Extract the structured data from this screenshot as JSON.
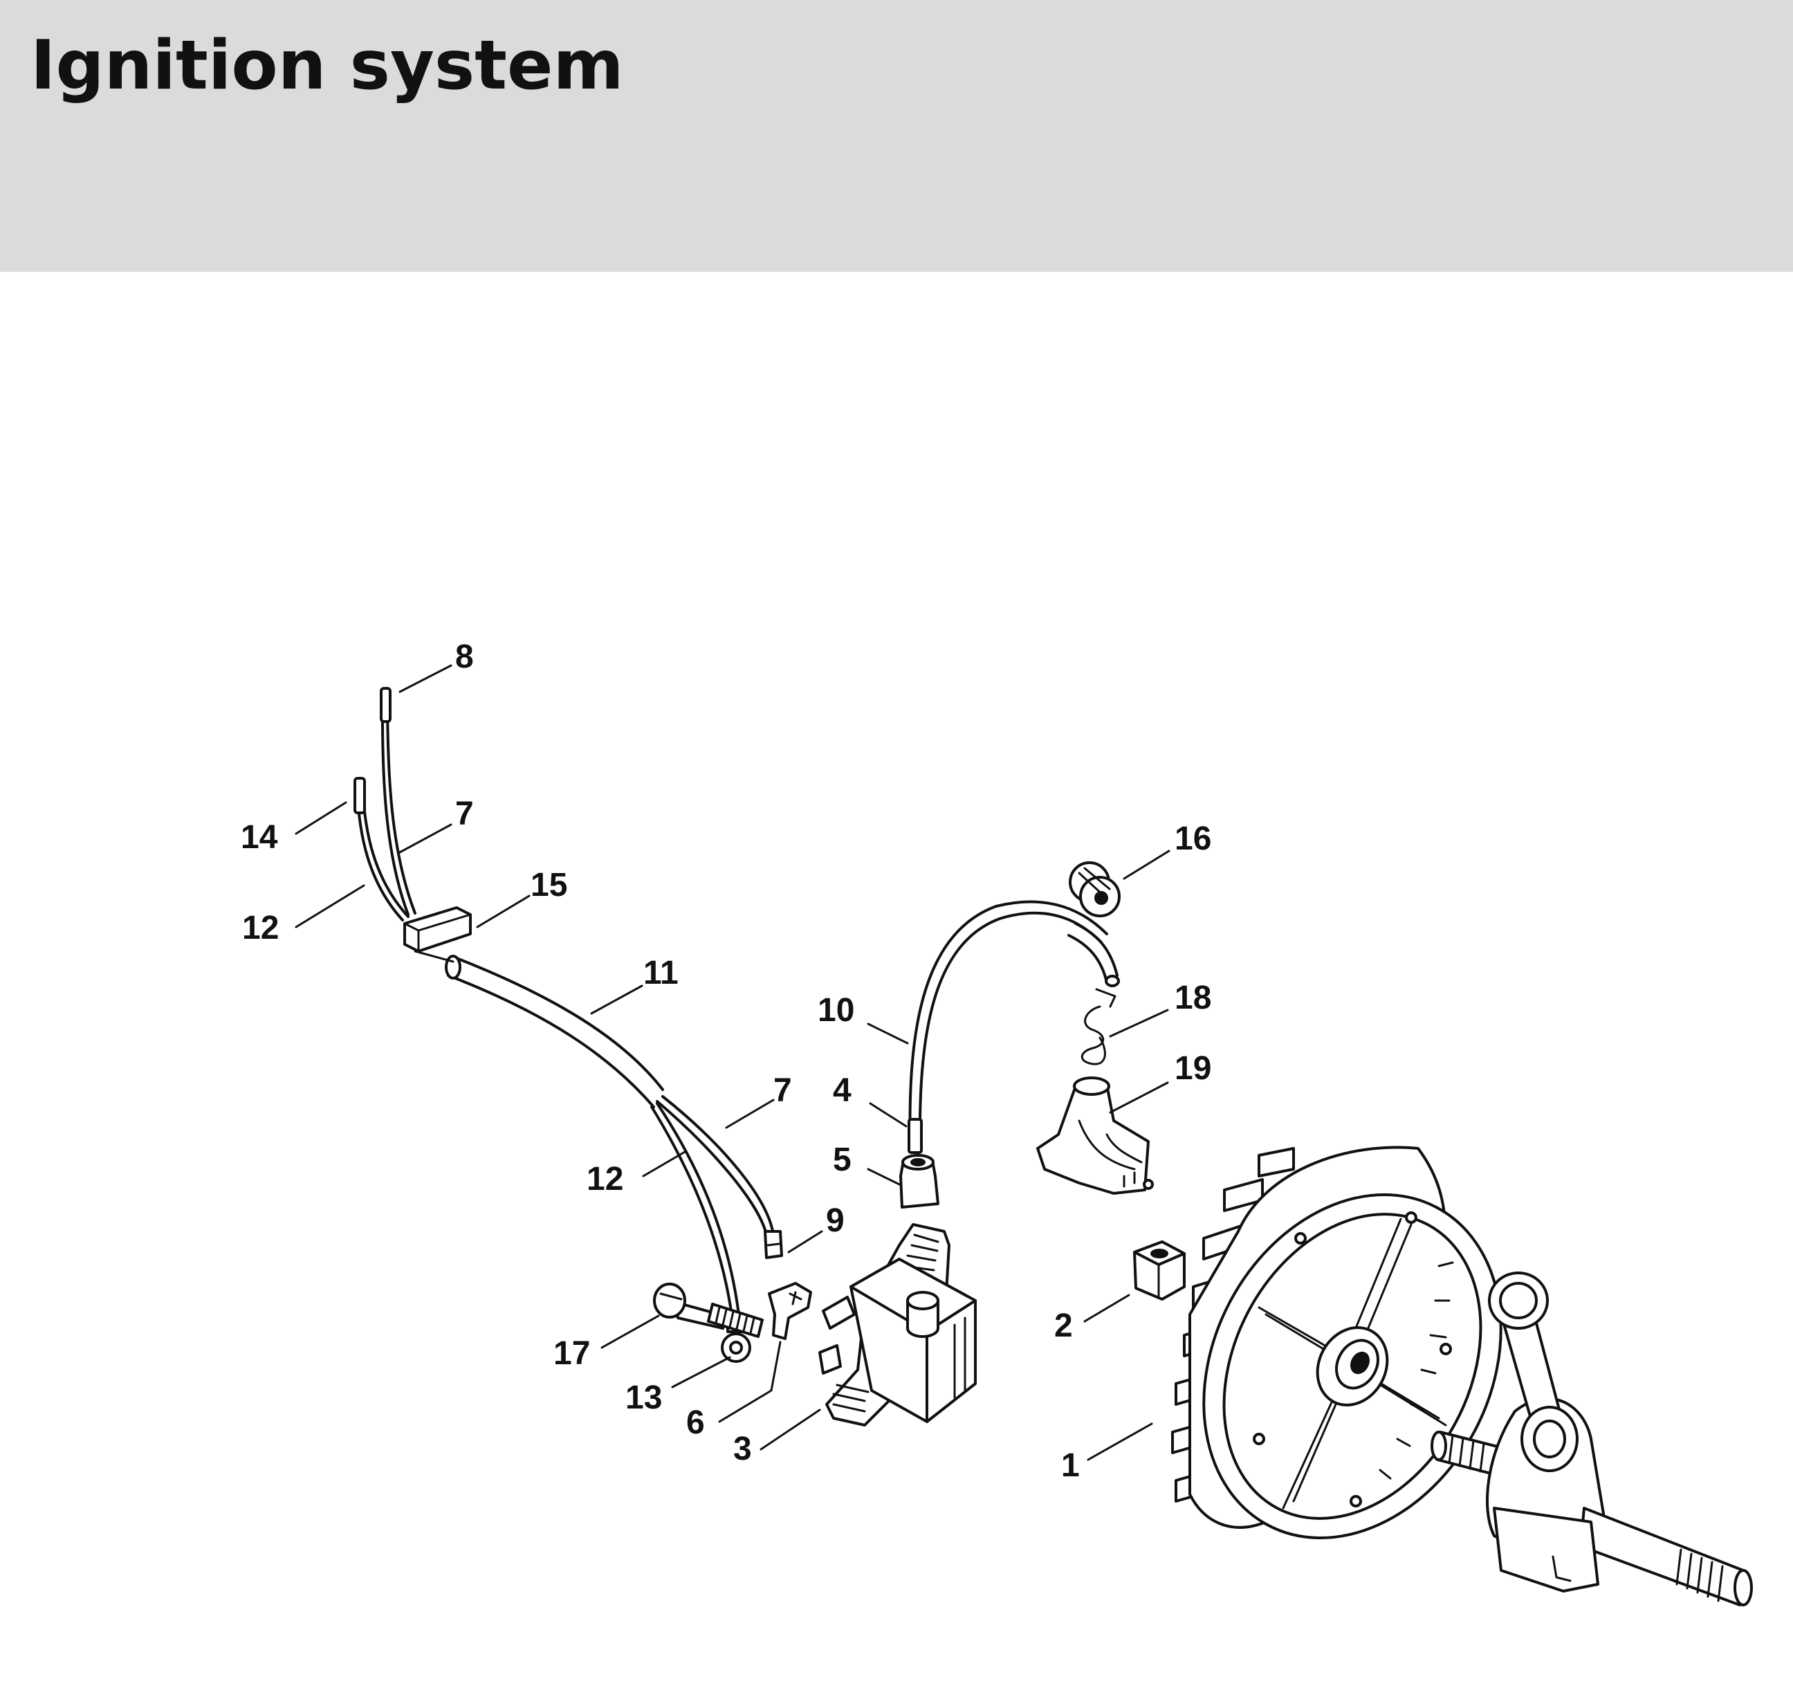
{
  "page": {
    "title": "Ignition system"
  },
  "callouts": [
    {
      "id": "c1",
      "label": "1"
    },
    {
      "id": "c2",
      "label": "2"
    },
    {
      "id": "c3",
      "label": "3"
    },
    {
      "id": "c4",
      "label": "4"
    },
    {
      "id": "c5",
      "label": "5"
    },
    {
      "id": "c6",
      "label": "6"
    },
    {
      "id": "c7a",
      "label": "7"
    },
    {
      "id": "c7b",
      "label": "7"
    },
    {
      "id": "c8",
      "label": "8"
    },
    {
      "id": "c9",
      "label": "9"
    },
    {
      "id": "c10",
      "label": "10"
    },
    {
      "id": "c11",
      "label": "11"
    },
    {
      "id": "c12a",
      "label": "12"
    },
    {
      "id": "c12b",
      "label": "12"
    },
    {
      "id": "c13",
      "label": "13"
    },
    {
      "id": "c14",
      "label": "14"
    },
    {
      "id": "c15",
      "label": "15"
    },
    {
      "id": "c16",
      "label": "16"
    },
    {
      "id": "c17",
      "label": "17"
    },
    {
      "id": "c18",
      "label": "18"
    },
    {
      "id": "c19",
      "label": "19"
    }
  ]
}
